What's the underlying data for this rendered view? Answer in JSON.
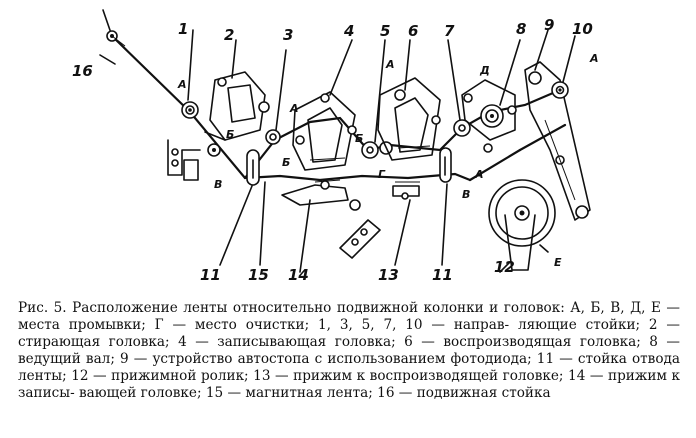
{
  "labels": {
    "n1": "1",
    "n2": "2",
    "n3": "3",
    "n4": "4",
    "n5": "5",
    "n6": "6",
    "n7": "7",
    "n8": "8",
    "n9": "9",
    "n10": "10",
    "n11a": "11",
    "n11b": "11",
    "n12": "12",
    "n13": "13",
    "n14": "14",
    "n15": "15",
    "n16": "16",
    "A_1": "А",
    "A_3": "А",
    "A_5": "А",
    "A_10": "А",
    "A_7": "А",
    "B_1": "Б",
    "B_3": "Б",
    "B_5": "Б",
    "V_left": "В",
    "V_right": "В",
    "G": "Г",
    "D": "Д",
    "E": "Е"
  },
  "caption": {
    "lines": [
      "Рис. 5. Расположение ленты относительно подвижной колонки и головок:",
      "А, Б, В, Д, Е — места промывки; Г — место очистки; 1, 3, 5, 7, 10 — направ-",
      "ляющие стойки; 2 — стирающая головка; 4 — записывающая головка; 6 —",
      "воспроизводящая головка; 8 — ведущий вал; 9 — устройство автостопа с",
      "использованием фотодиода; 11 — стойка отвода ленты; 12 — прижимной",
      "ролик; 13 — прижим к воспроизводящей головке; 14 — прижим к записы-",
      "вающей головке; 15 — магнитная лента; 16 — подвижная стойка"
    ]
  }
}
